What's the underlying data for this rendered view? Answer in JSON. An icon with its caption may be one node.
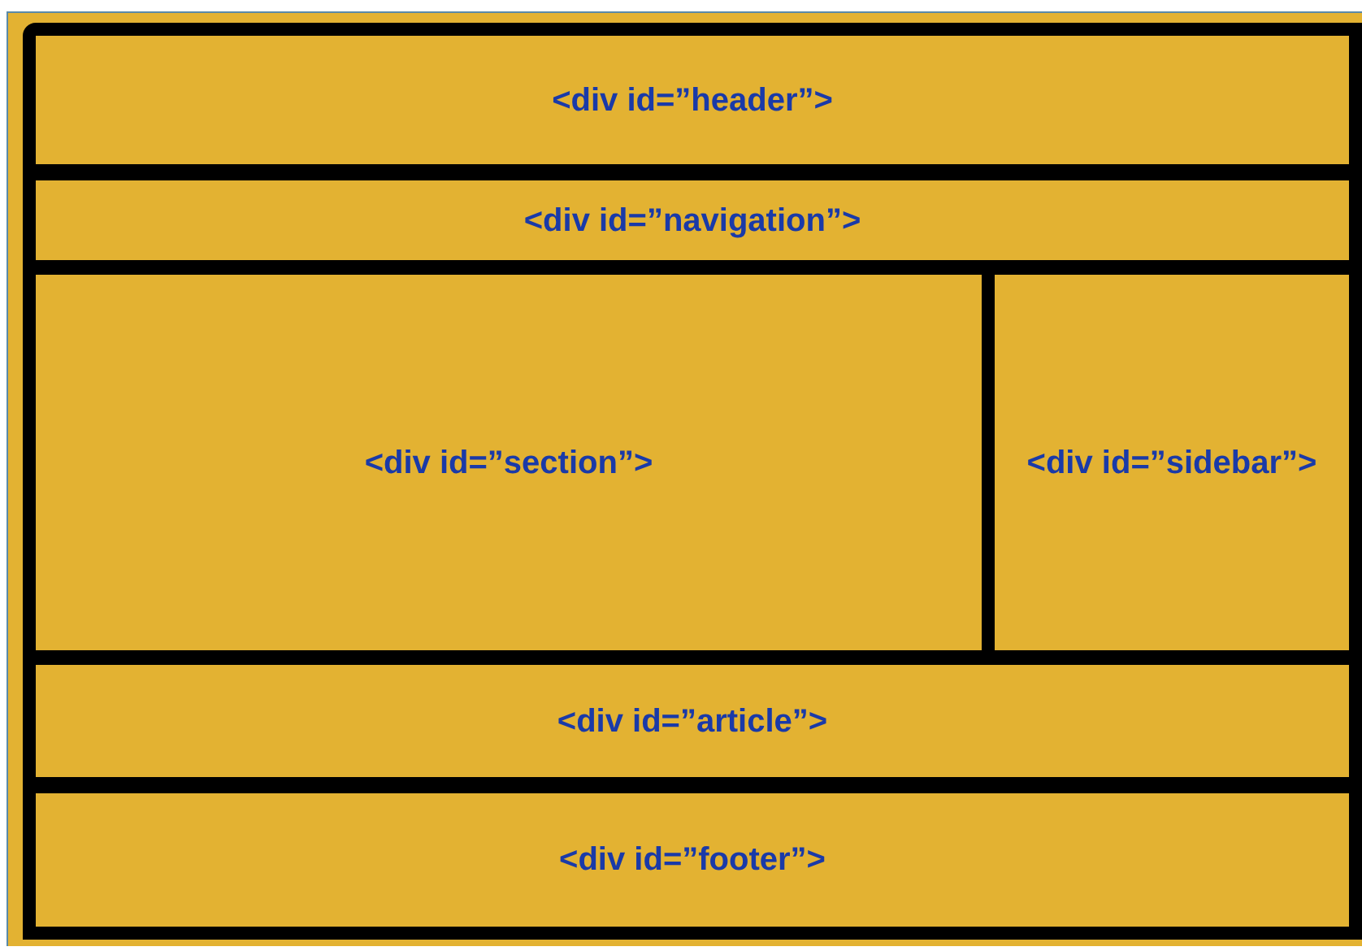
{
  "diagram": {
    "nodes": [
      {
        "text": [
          "<div id=”header”>"
        ]
      },
      {
        "text": [
          "<div id=”navigation”>"
        ]
      },
      {
        "text": [
          "<div id=”section”>"
        ]
      },
      {
        "text": [
          "<div id=”sidebar”>"
        ]
      },
      {
        "text": [
          "<div id=”article”>"
        ]
      },
      {
        "text": [
          "<div id=”footer”>"
        ]
      }
    ]
  }
}
